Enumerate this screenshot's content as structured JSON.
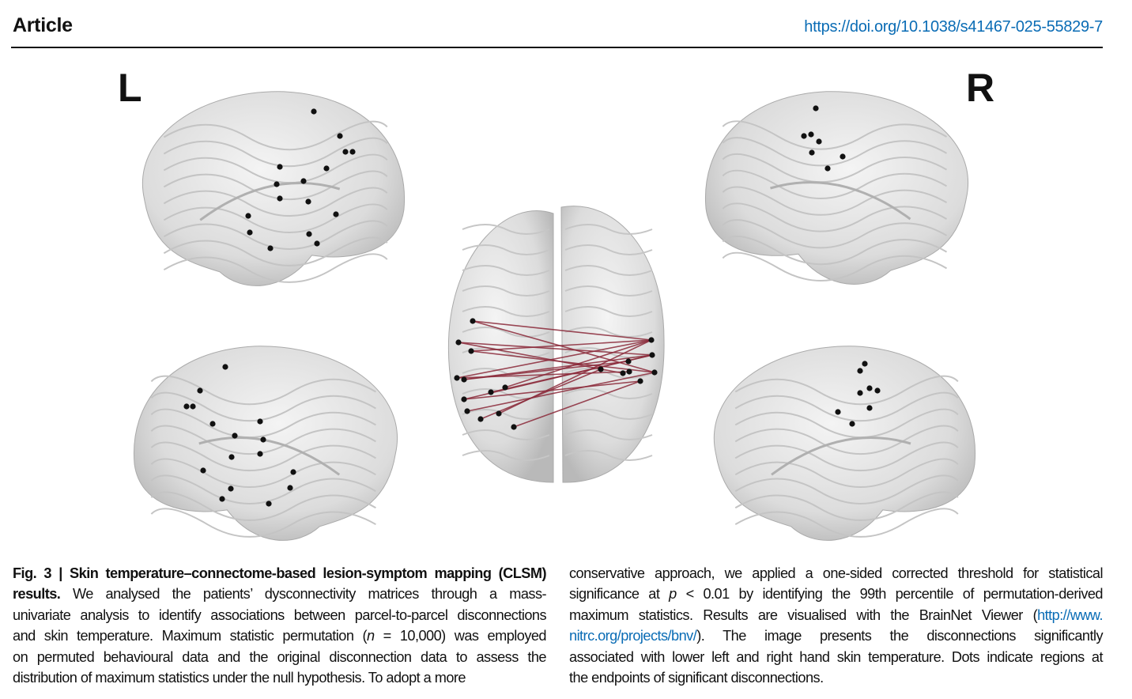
{
  "header": {
    "title": "Article",
    "doi": "https://doi.org/10.1038/s41467-025-55829-7"
  },
  "figure": {
    "left_label": "L",
    "right_label": "R",
    "edge_color": "#8b2a3a",
    "node_color": "#111111"
  },
  "caption": {
    "left": [
      {
        "bold": "Fig. 3 | Skin temperature–connectome-based lesion-symptom mapping (CLSM)"
      },
      {
        "bold": "results.",
        "text": " We analysed the patients’ dysconnectivity matrices through a mass-"
      },
      {
        "text": "univariate analysis to identify associations between parcel-to-parcel disconnections"
      },
      {
        "text": "and skin temperature. Maximum statistic permutation (",
        "italic": "n",
        "text2": " = 10,000) was employed"
      },
      {
        "text": "on permuted behavioural data and the original disconnection data to assess the"
      },
      {
        "text": "distribution of maximum statistics under the null hypothesis. To adopt a more"
      }
    ],
    "right": [
      {
        "text": "conservative approach, we applied a one-sided corrected threshold for statistical"
      },
      {
        "text": "significance at ",
        "italic": "p",
        "text2": " < 0.01 by identifying the 99th percentile of permutation-derived"
      },
      {
        "text": "maximum statistics. Results are visualised with the BrainNet Viewer (",
        "link": "http://www."
      },
      {
        "link": "nitrc.org/projects/bnv/",
        "text": "). The image presents the disconnections significantly"
      },
      {
        "text": "associated with lower left and right hand skin temperature. Dots indicate regions at"
      },
      {
        "text": "the endpoints of significant disconnections."
      }
    ]
  }
}
